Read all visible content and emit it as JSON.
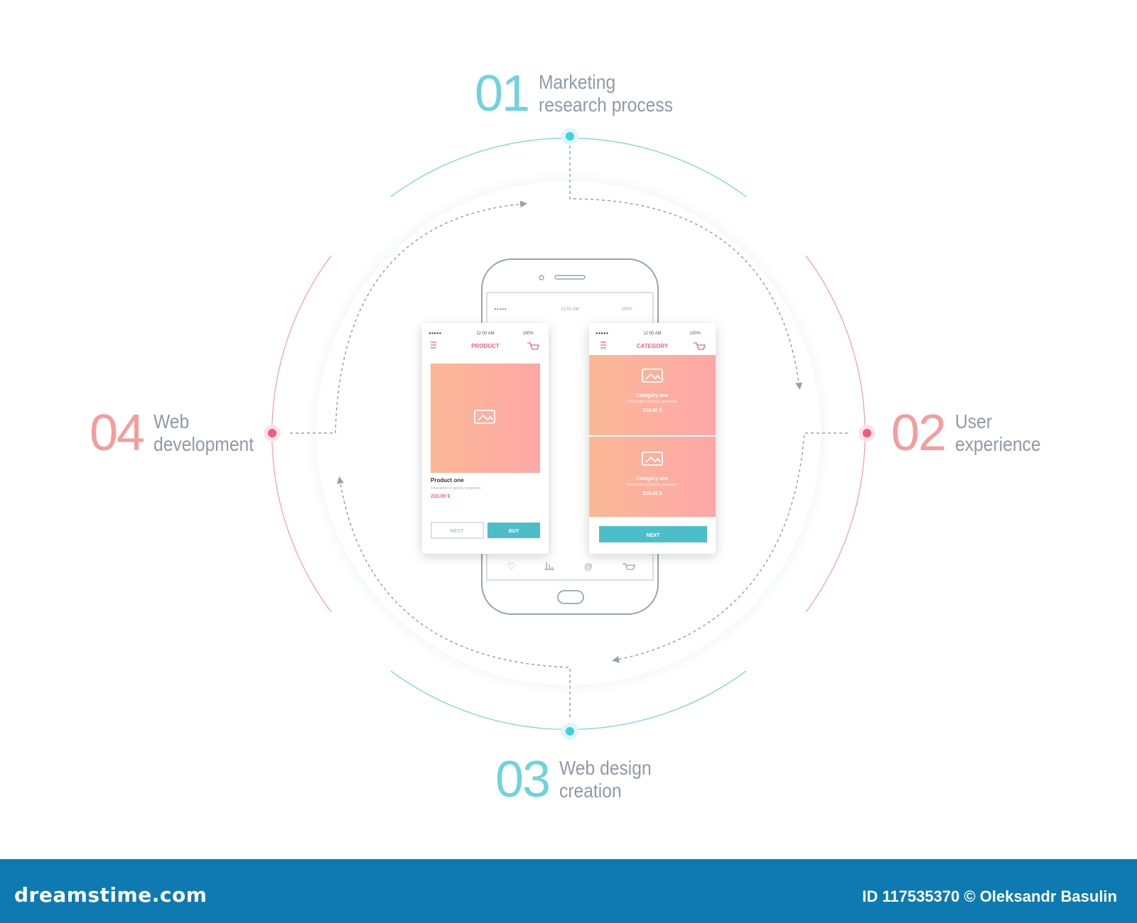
{
  "colors": {
    "teal": "#6fd3dc",
    "pink": "#f59c9c",
    "arrow": "#9aa1a8",
    "accent_pink": "#f0607a",
    "button_teal": "#4dbec9"
  },
  "steps": [
    {
      "number": "01",
      "line1": "Marketing",
      "line2": "research process",
      "color": "#6fd3dc"
    },
    {
      "number": "02",
      "line1": "User",
      "line2": "experience",
      "color": "#f59c9c"
    },
    {
      "number": "03",
      "line1": "Web design",
      "line2": "creation",
      "color": "#6fd3dc"
    },
    {
      "number": "04",
      "line1": "Web",
      "line2": "development",
      "color": "#f59c9c"
    }
  ],
  "phone": {
    "status_time": "12:00 AM",
    "status_battery": "100%"
  },
  "product_screen": {
    "title": "PRODUCT",
    "status_time": "12:00 AM",
    "status_battery": "100%",
    "item_name": "Product one",
    "item_desc": "Description of goods, properties",
    "item_price": "210.00 $",
    "next_label": "NEXT",
    "buy_label": "BUY"
  },
  "category_screen": {
    "title": "CATEGORY",
    "status_time": "12:00 AM",
    "status_battery": "100%",
    "cards": [
      {
        "name": "Category one",
        "desc": "Description of goods, properties",
        "price": "210.00 $"
      },
      {
        "name": "Category one",
        "desc": "Description of goods, properties",
        "price": "210.00 $"
      }
    ],
    "next_label": "NEXT"
  },
  "footer": {
    "logo": "dreamstime.com",
    "credit": "ID 117535370 © Oleksandr Basulin"
  }
}
